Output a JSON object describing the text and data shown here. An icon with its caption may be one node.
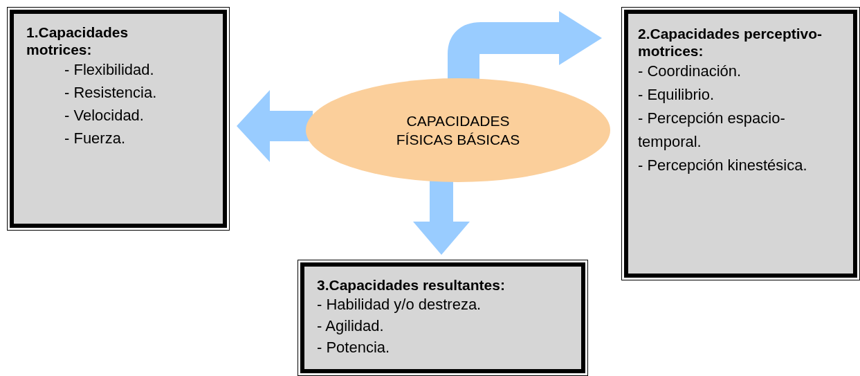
{
  "diagram": {
    "nodes": [
      {
        "text": [
          "CAPACIDADES FÍSICAS BÁSICAS"
        ]
      },
      {
        "text": [
          "1.Capacidades motrices:",
          "- Flexibilidad.",
          "- Resistencia.",
          "- Velocidad.",
          "- Fuerza."
        ]
      },
      {
        "text": [
          "2.Capacidades perceptivo-motrices:",
          "- Coordinación.",
          "- Equilibrio.",
          "- Percepción espacio-temporal.",
          "- Percepción kinestésica."
        ]
      },
      {
        "text": [
          "3.Capacidades resultantes:",
          "- Habilidad y/o destreza.",
          "- Agilidad.",
          "- Potencia."
        ]
      }
    ],
    "edges": [
      {
        "from": 0,
        "to": 1,
        "arrow": "to"
      },
      {
        "from": 0,
        "to": 2,
        "arrow": "to"
      },
      {
        "from": 0,
        "to": 3,
        "arrow": "to"
      }
    ]
  }
}
